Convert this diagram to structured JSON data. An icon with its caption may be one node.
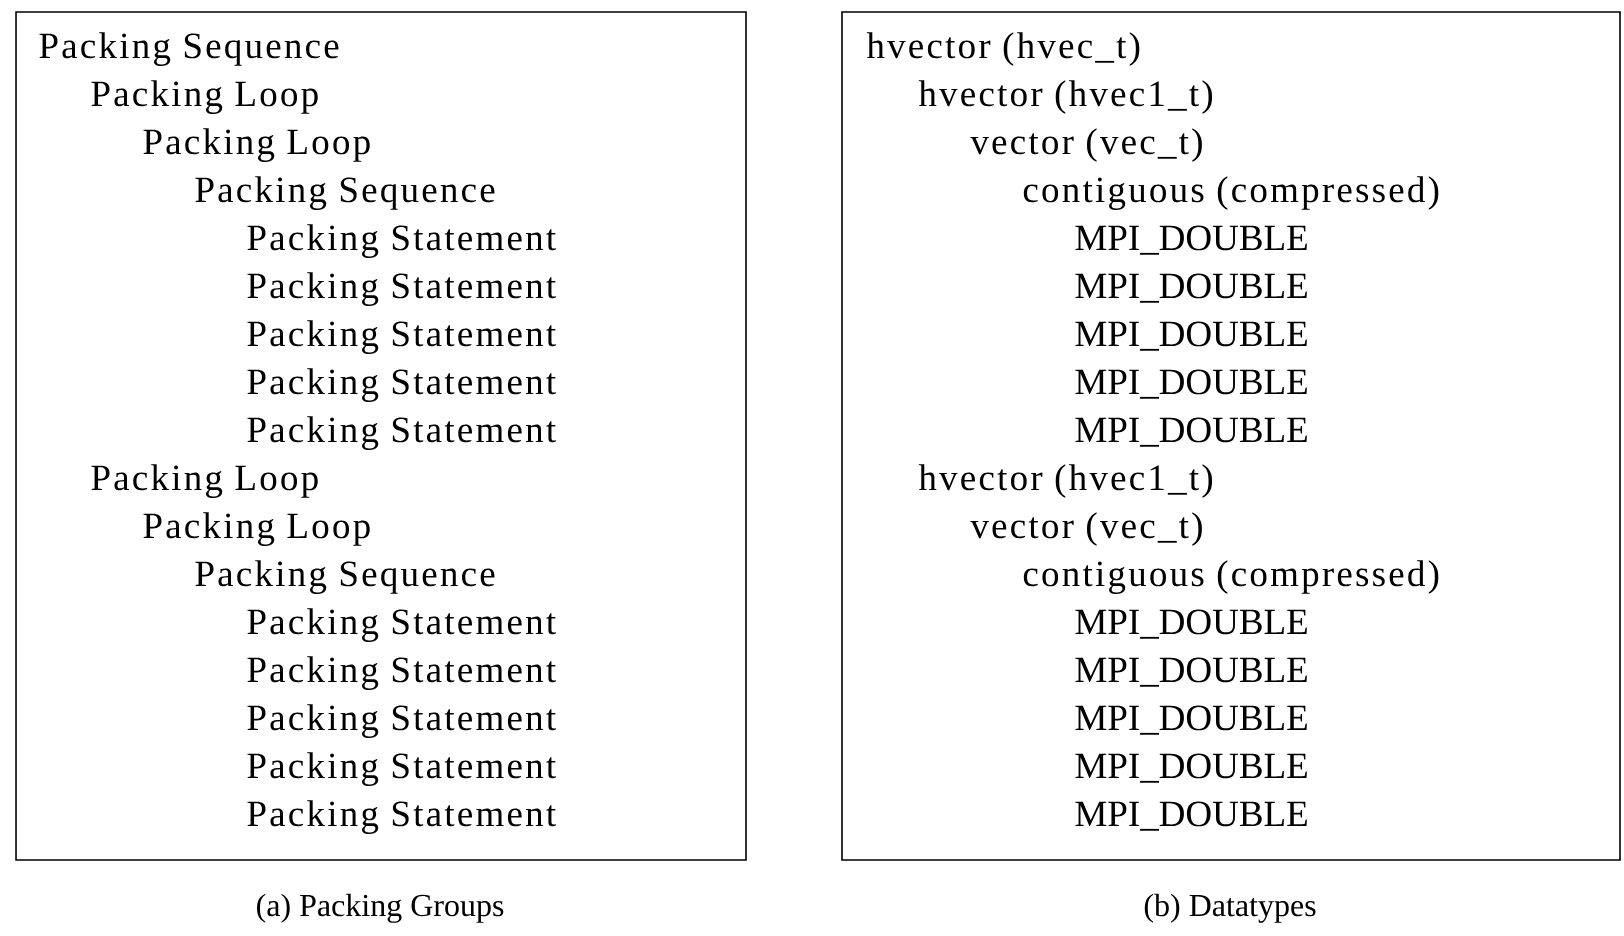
{
  "diagram": {
    "nodes": [
      {
        "text": [
          "Packing Sequence",
          "Packing Loop",
          "Packing Loop",
          "Packing Sequence",
          "Packing Statement",
          "Packing Statement",
          "Packing Statement",
          "Packing Statement",
          "Packing Statement",
          "Packing Loop",
          "Packing Loop",
          "Packing Sequence",
          "Packing Statement",
          "Packing Statement",
          "Packing Statement",
          "Packing Statement",
          "Packing Statement"
        ]
      },
      {
        "text": [
          "hvector (hvec_t)",
          "hvector (hvec1_t)",
          "vector (vec_t)",
          "contiguous (compressed)",
          "MPI_DOUBLE",
          "MPI_DOUBLE",
          "MPI_DOUBLE",
          "MPI_DOUBLE",
          "MPI_DOUBLE",
          "hvector (hvec1_t)",
          "vector (vec_t)",
          "contiguous (compressed)",
          "MPI_DOUBLE",
          "MPI_DOUBLE",
          "MPI_DOUBLE",
          "MPI_DOUBLE",
          "MPI_DOUBLE"
        ]
      }
    ],
    "labels": [
      "(a) Packing Groups",
      "(b) Datatypes"
    ]
  }
}
